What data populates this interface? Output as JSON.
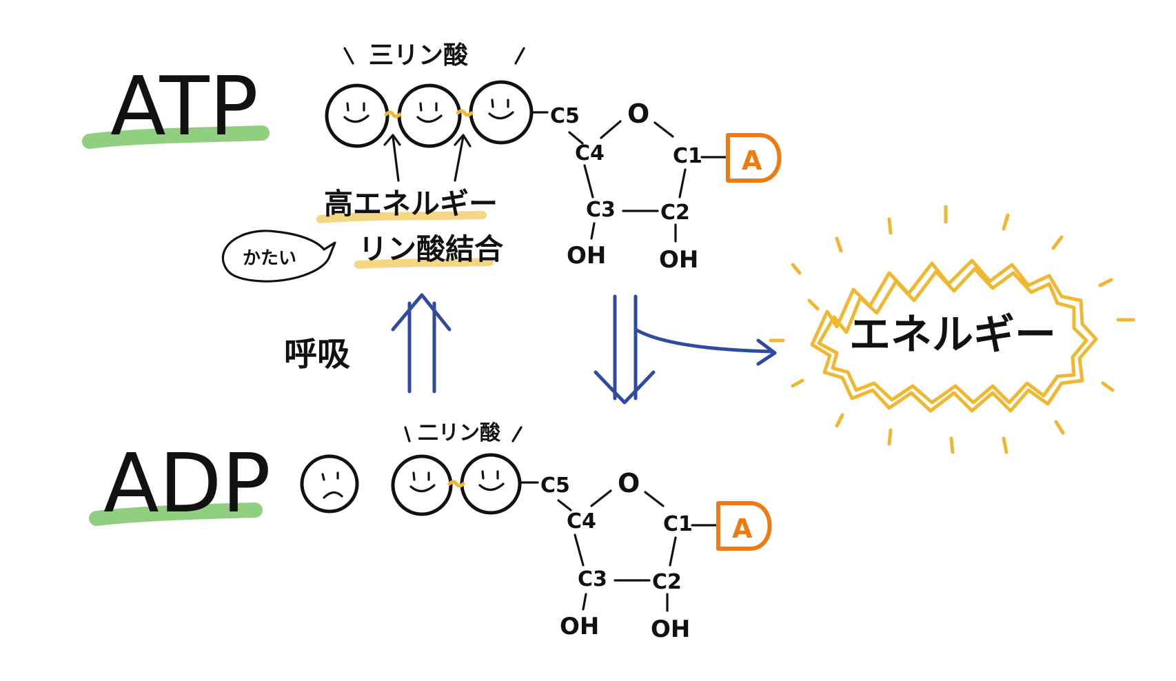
{
  "atp": {
    "label": "ATP",
    "phosphate_label": "三リン酸",
    "c5": "C5",
    "c4": "C4",
    "c3": "C3",
    "c2": "C2",
    "c1": "C1",
    "o": "O",
    "oh_left": "OH",
    "oh_right": "OH",
    "base": "A"
  },
  "adp": {
    "label": "ADP",
    "phosphate_label": "二リン酸",
    "c5": "C5",
    "c4": "C4",
    "c3": "C3",
    "c2": "C2",
    "c1": "C1",
    "o": "O",
    "oh_left": "OH",
    "oh_right": "OH",
    "base": "A"
  },
  "annotations": {
    "high_energy": "高エネルギー",
    "bond": "リン酸結合",
    "bubble": "かたい",
    "respiration": "呼吸",
    "energy": "エネルギー"
  },
  "colors": {
    "ink": "#111111",
    "highlight_green": "#7cc56a",
    "highlight_yellow": "#f3c85a",
    "arrow_blue": "#2f4aa0",
    "burst_gold": "#f0b731",
    "base_orange": "#f07a10"
  }
}
